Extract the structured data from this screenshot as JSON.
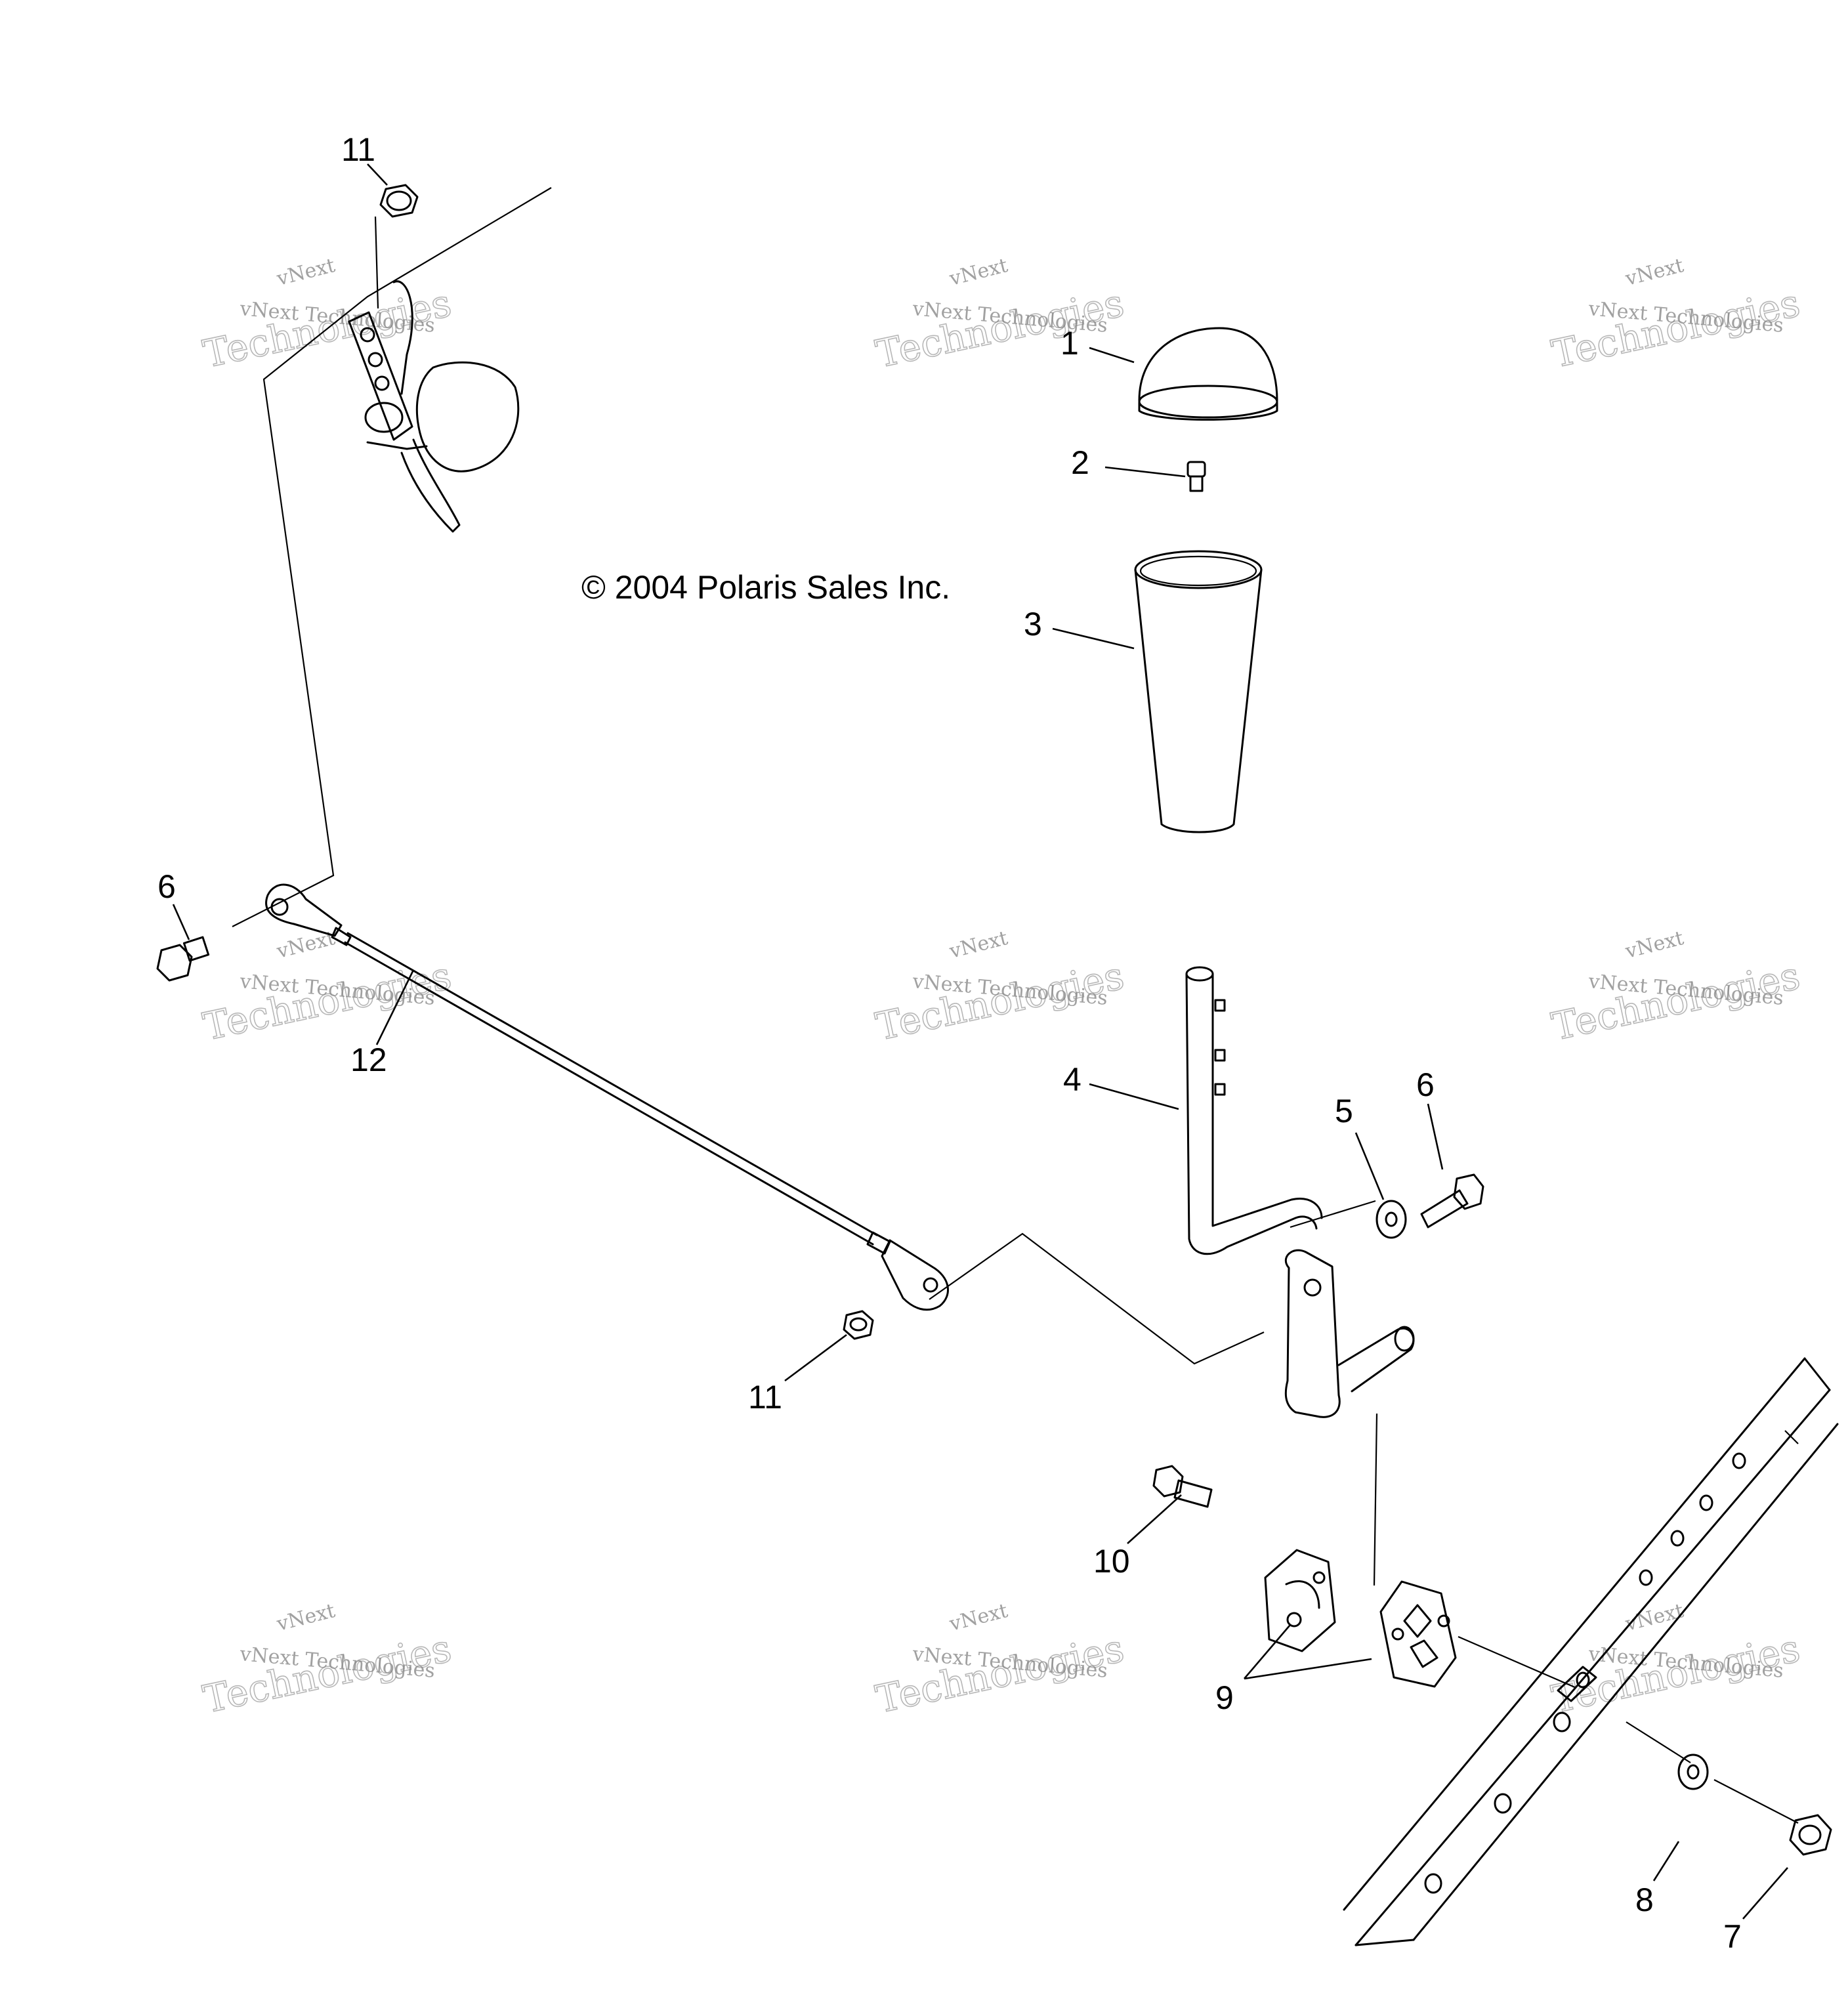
{
  "copyright": "© 2004 Polaris Sales Inc.",
  "watermark": {
    "top_word": "vNext",
    "line": "vNext Technologies",
    "big_word": "Technologies"
  },
  "callouts": {
    "c1": "1",
    "c2": "2",
    "c3": "3",
    "c4": "4",
    "c5": "5",
    "c6a": "6",
    "c6b": "6",
    "c7": "7",
    "c8": "8",
    "c9": "9",
    "c10": "10",
    "c11a": "11",
    "c11b": "11",
    "c12": "12"
  },
  "parts": [
    {
      "id": "1",
      "name": "knob-cap"
    },
    {
      "id": "2",
      "name": "screw"
    },
    {
      "id": "3",
      "name": "shift-knob"
    },
    {
      "id": "4",
      "name": "shift-lever"
    },
    {
      "id": "5",
      "name": "washer"
    },
    {
      "id": "6",
      "name": "bolt"
    },
    {
      "id": "7",
      "name": "nut"
    },
    {
      "id": "8",
      "name": "washer"
    },
    {
      "id": "9",
      "name": "bushing-pair"
    },
    {
      "id": "10",
      "name": "bolt"
    },
    {
      "id": "11",
      "name": "nut"
    },
    {
      "id": "12",
      "name": "linkage-rod"
    }
  ]
}
